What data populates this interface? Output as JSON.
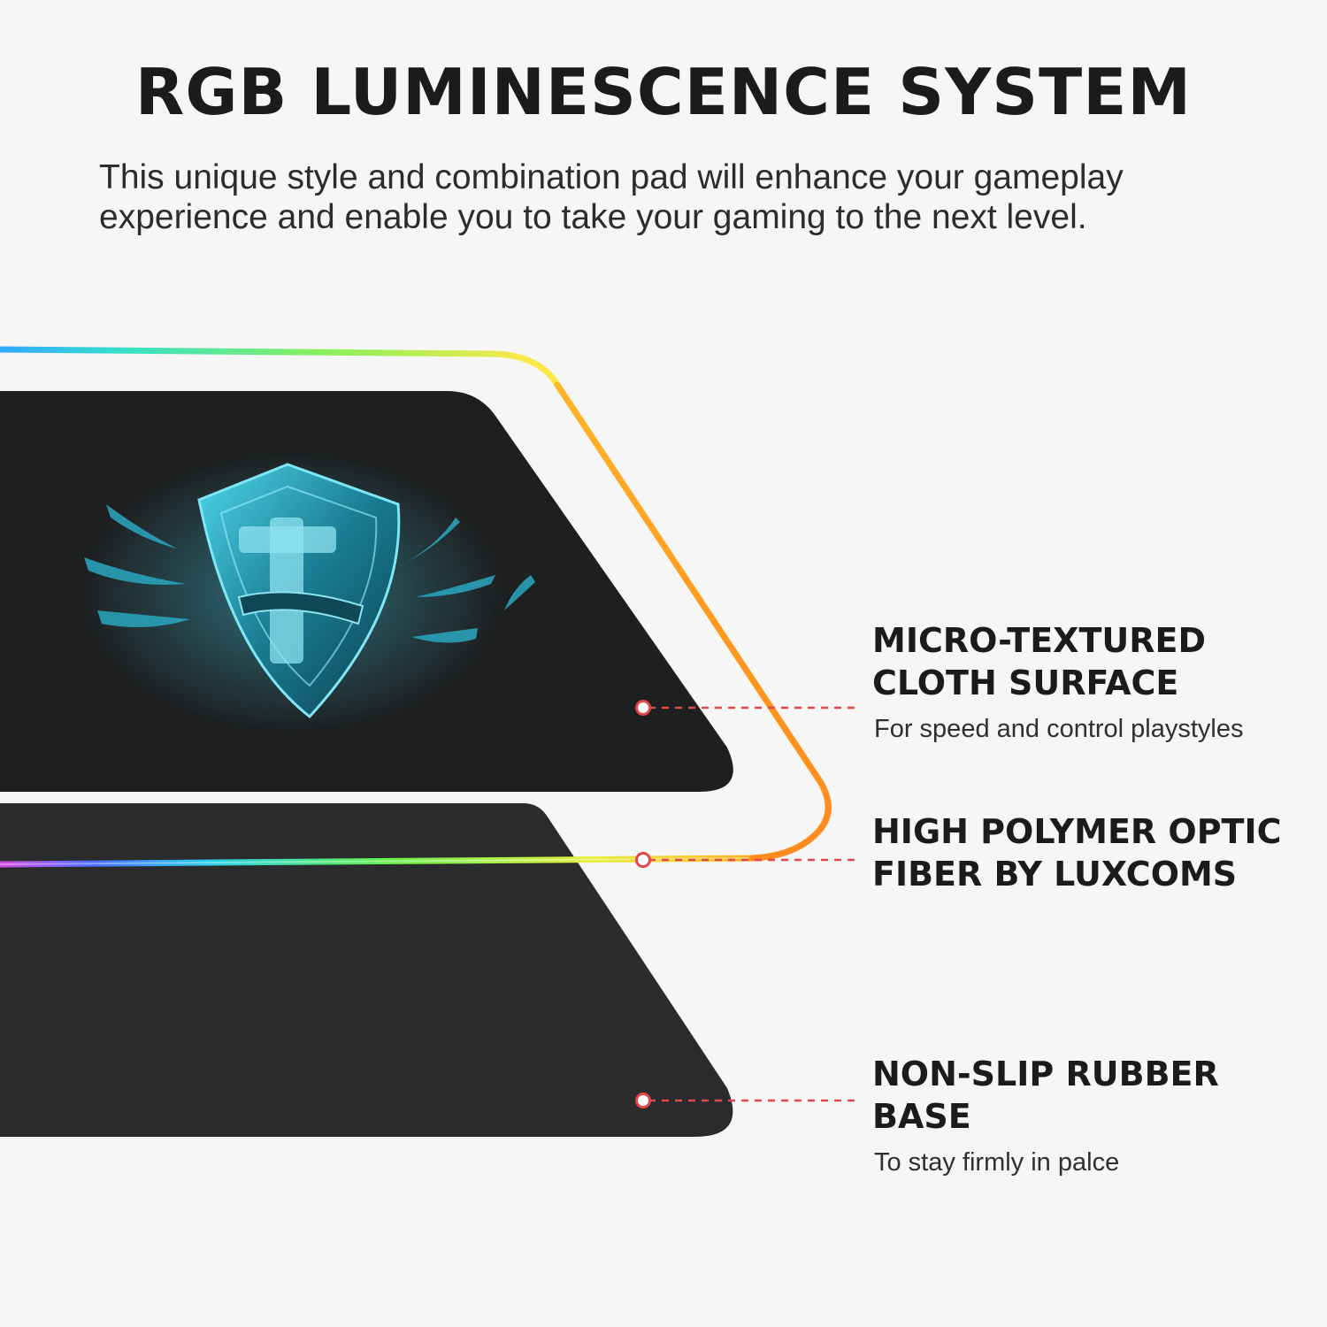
{
  "title": "RGB LUMINESCENCE SYSTEM",
  "subtitle": "This unique style and combination pad will enhance your gameplay experience and enable you to take your gaming to the next level.",
  "callouts": [
    {
      "title_line1": "MICRO-TEXTURED",
      "title_line2": "CLOTH SURFACE",
      "description": "For speed and control playstyles"
    },
    {
      "title_line1": "HIGH POLYMER OPTIC",
      "title_line2": "FIBER BY LUXCOMS",
      "description": ""
    },
    {
      "title_line1": "NON-SLIP RUBBER BASE",
      "title_line2": "",
      "description": "To stay firmly in palce"
    }
  ],
  "colors": {
    "background": "#f6f6f6",
    "pad_surface": "#1e1f20",
    "pad_base": "#2a2b2c",
    "marker": "#e24848",
    "emblem": "#1d7f96"
  },
  "icons": [
    "shield-emblem-icon",
    "marker-dot-icon"
  ]
}
